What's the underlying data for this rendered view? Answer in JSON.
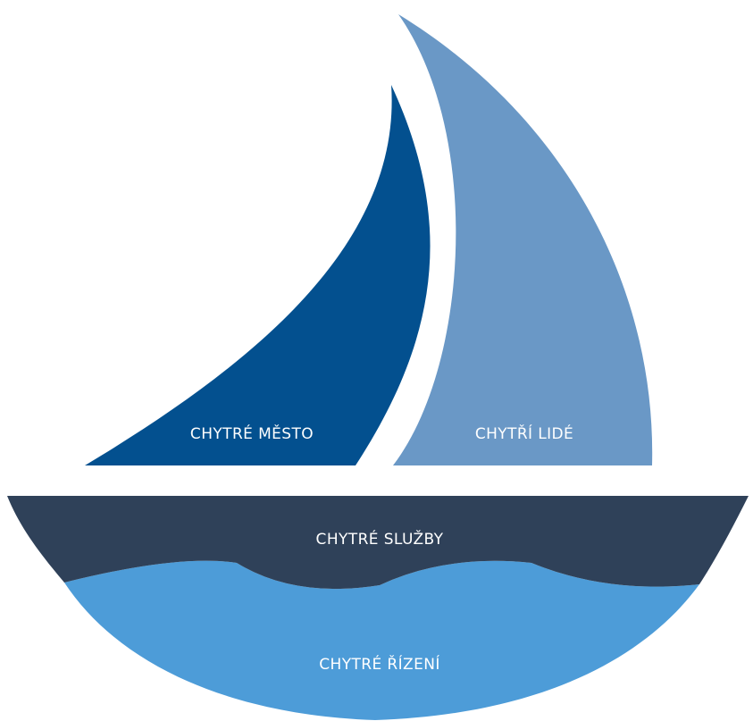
{
  "sections": {
    "left_sail": {
      "label": "CHYTRÉ MĚSTO",
      "color": "#03508F"
    },
    "right_sail": {
      "label": "CHYTŘÍ LIDÉ",
      "color": "#6A98C6"
    },
    "hull": {
      "label": "CHYTRÉ SLUŽBY",
      "color": "#2F4159"
    },
    "water": {
      "label": "CHYTRÉ ŘÍZENÍ",
      "color": "#4D9CD8"
    }
  },
  "background": "#FFFFFF"
}
